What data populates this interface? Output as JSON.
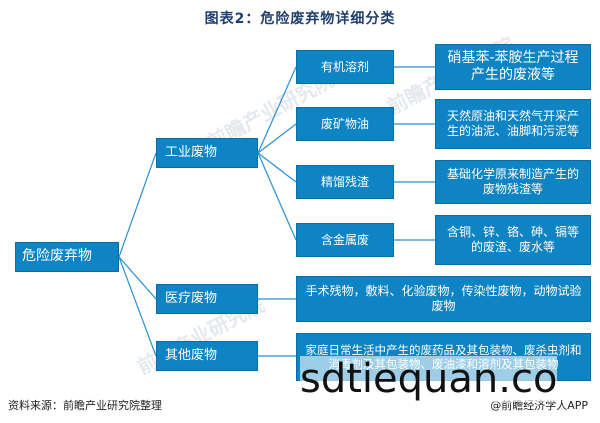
{
  "title": "图表2：危险废弃物详细分类",
  "root": "危险废弃物",
  "categories": [
    {
      "label": "工业废物",
      "children": [
        {
          "label": "有机溶剂",
          "detail": "硝基苯-苯胺生产过程产生的废液等"
        },
        {
          "label": "废矿物油",
          "detail": "天然原油和天然气开采产生的油泥、油脚和污泥等"
        },
        {
          "label": "精馏残渣",
          "detail": "基础化学原来制造产生的废物残渣等"
        },
        {
          "label": "含金属废",
          "detail": "含铜、锌、铬、砷、镉等的废渣、废水等"
        }
      ]
    },
    {
      "label": "医疗废物",
      "detail": "手术残物，敷料、化验废物，传染性废物，动物试验废物"
    },
    {
      "label": "其他废物",
      "detail": "家庭日常生活中产生的废药品及其包装物、废杀虫剂和消毒剂及其包装物、废油漆和溶剂及其包装物"
    }
  ],
  "watermark": "前瞻产业研究院",
  "source": "资料来源：前瞻产业研究院整理",
  "brand": "@前瞻经济学人APP",
  "overlay_text": "sdtiequan.co",
  "colors": {
    "node": "#0e84c4",
    "line": "#2a8fd0",
    "title": "#1f3f6e"
  }
}
